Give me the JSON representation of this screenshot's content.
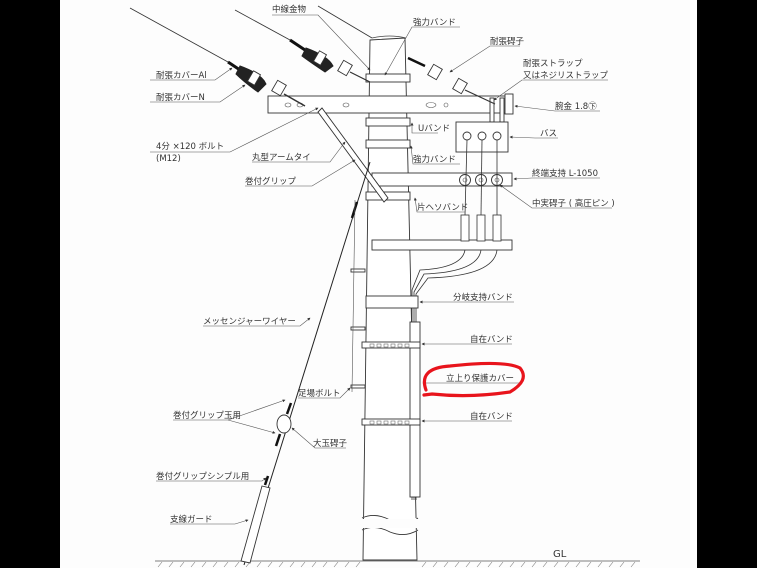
{
  "title": "電柱装柱図",
  "labels": {
    "middle_hardware": "中線金物",
    "strong_band_top": "強力バンド",
    "tension_insulator": "耐張碍子",
    "tension_strap_1": "耐張ストラップ",
    "tension_strap_2": "又はネジリストラップ",
    "tension_cover_al": "耐張カバーAl",
    "tension_cover_n": "耐張カバーN",
    "crossarm": "腕金 1.8㊦",
    "u_band": "Uバンド",
    "bus": "バス",
    "bolt_1": "4分 ×120 ボルト",
    "bolt_2": "(M12)",
    "arm_tie": "丸型アームタイ",
    "strong_band_lower": "強力バンド",
    "terminal_support": "終端支持 L-1050",
    "wrap_grip": "巻付グリップ",
    "solid_insulator": "中実碍子 ( 高圧ピン )",
    "single_band": "片ヘソバンド",
    "branch_band": "分岐支持バンド",
    "messenger_wire": "メッセンジャーワイヤー",
    "free_band_1": "自在バンド",
    "riser_cover": "立上り保護カバー",
    "step_bolt": "足場ボルト",
    "grip_ball": "巻付グリップ玉用",
    "free_band_2": "自在バンド",
    "ball_insulator": "大玉碍子",
    "grip_thimble": "巻付グリップシンプル用",
    "guy_guard": "支線ガード",
    "ground_level": "GL"
  },
  "colors": {
    "highlight": "#e8141c"
  }
}
